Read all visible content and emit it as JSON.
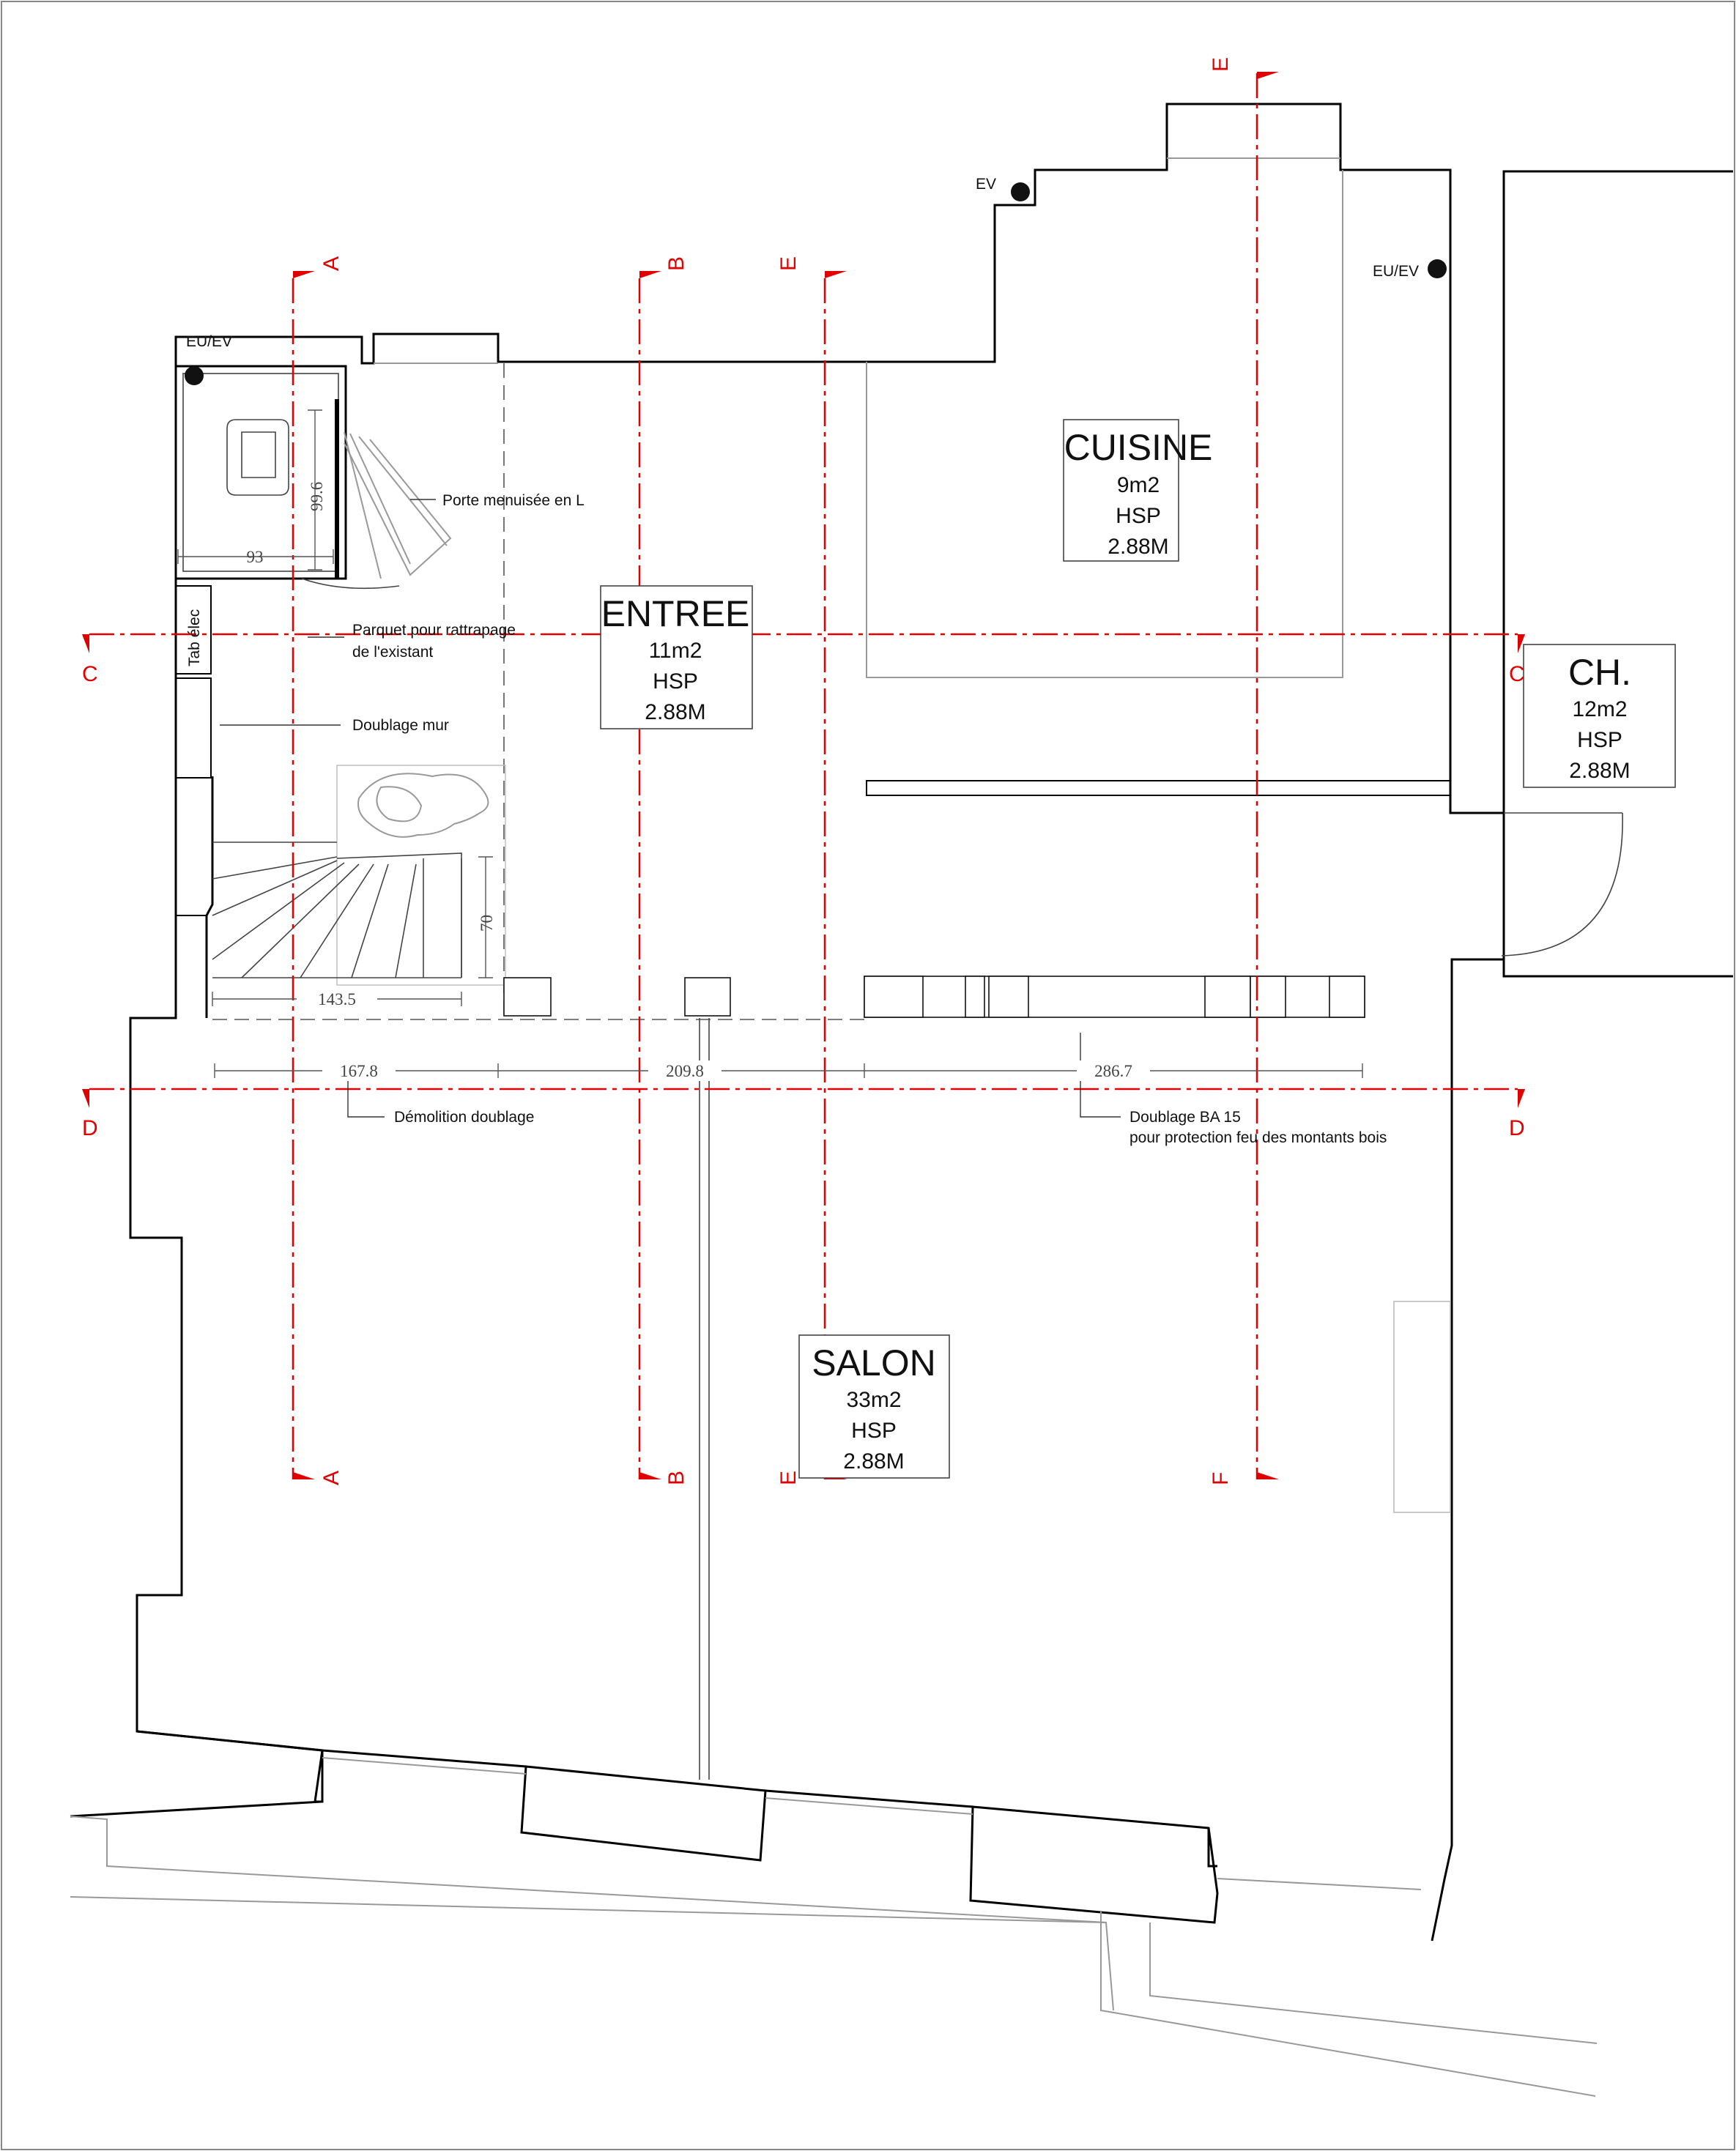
{
  "rooms": {
    "cuisine": {
      "name": "CUISINE",
      "area": "9m2",
      "hsp_label": "HSP",
      "height": "2.88M"
    },
    "entree": {
      "name": "ENTREE",
      "area": "11m2",
      "hsp_label": "HSP",
      "height": "2.88M"
    },
    "chambre": {
      "name": "CH.",
      "area": "12m2",
      "hsp_label": "HSP",
      "height": "2.88M"
    },
    "salon": {
      "name": "SALON",
      "area": "33m2",
      "hsp_label": "HSP",
      "height": "2.88M"
    }
  },
  "sections": {
    "a": "A",
    "b": "B",
    "c": "C",
    "d": "D",
    "e": "E",
    "f": "F"
  },
  "fixtures": {
    "ev": "EV",
    "eu_ev_top": "EU/EV",
    "eu_ev_right": "EU/EV",
    "tab_elec": "Tab élec"
  },
  "notes": {
    "porte": "Porte menuisée en L",
    "parquet_line1": "Parquet pour rattrapage",
    "parquet_line2": "de l'existant",
    "doublage_mur": "Doublage mur",
    "demolition": "Démolition doublage",
    "doublage_ba_line1": "Doublage BA 15",
    "doublage_ba_line2": "pour protection feu des montants bois"
  },
  "dimensions": {
    "d_99_6": "99.6",
    "d_93": "93",
    "d_70": "70",
    "d_143_5": "143.5",
    "d_167_8": "167.8",
    "d_209_8": "209.8",
    "d_286_7": "286.7"
  }
}
